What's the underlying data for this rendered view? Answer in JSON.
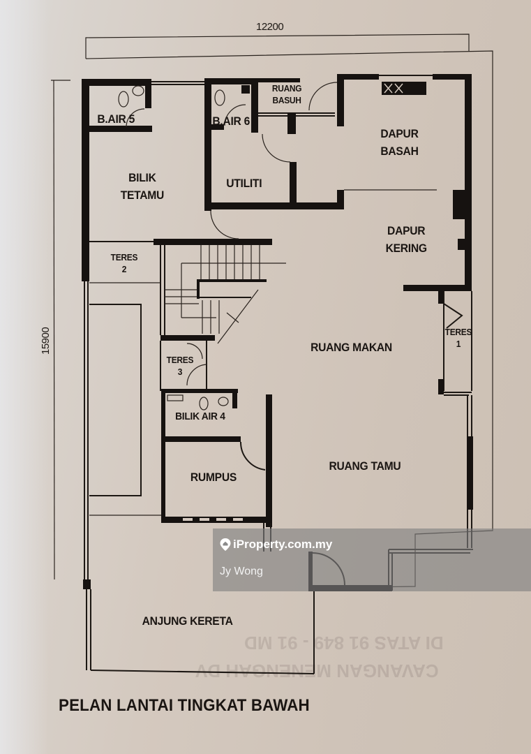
{
  "plan": {
    "title": "PELAN LANTAI TINGKAT BAWAH",
    "dimensions": {
      "width_mm": "12200",
      "depth_mm": "15900"
    },
    "rooms": [
      {
        "id": "b-air-5",
        "label": "B.AIR 5"
      },
      {
        "id": "b-air-6",
        "label": "B.AIR 6"
      },
      {
        "id": "ruang-basuh",
        "line1": "RUANG",
        "line2": "BASUH"
      },
      {
        "id": "dapur-basah",
        "line1": "DAPUR",
        "line2": "BASAH"
      },
      {
        "id": "bilik-tetamu",
        "line1": "BILIK",
        "line2": "TETAMU"
      },
      {
        "id": "utiliti",
        "label": "UTILITI"
      },
      {
        "id": "dapur-kering",
        "line1": "DAPUR",
        "line2": "KERING"
      },
      {
        "id": "teres-2",
        "line1": "TERES",
        "line2": "2"
      },
      {
        "id": "teres-1",
        "line1": "TERES",
        "line2": "1"
      },
      {
        "id": "ruang-makan",
        "label": "RUANG MAKAN"
      },
      {
        "id": "teres-3",
        "line1": "TERES",
        "line2": "3"
      },
      {
        "id": "bilik-air-4",
        "label": "BILIK AIR 4"
      },
      {
        "id": "rumpus",
        "label": "RUMPUS"
      },
      {
        "id": "ruang-tamu",
        "label": "RUANG TAMU"
      },
      {
        "id": "anjung-kereta",
        "label": "ANJUNG KERETA"
      }
    ]
  },
  "watermark": {
    "brand": "iProperty.com.my",
    "agent": "Jy Wong",
    "icon": "location-pin-icon",
    "overlay_color": "#808080"
  },
  "colors": {
    "paper": "#d4c9bf",
    "ink": "#161210"
  }
}
